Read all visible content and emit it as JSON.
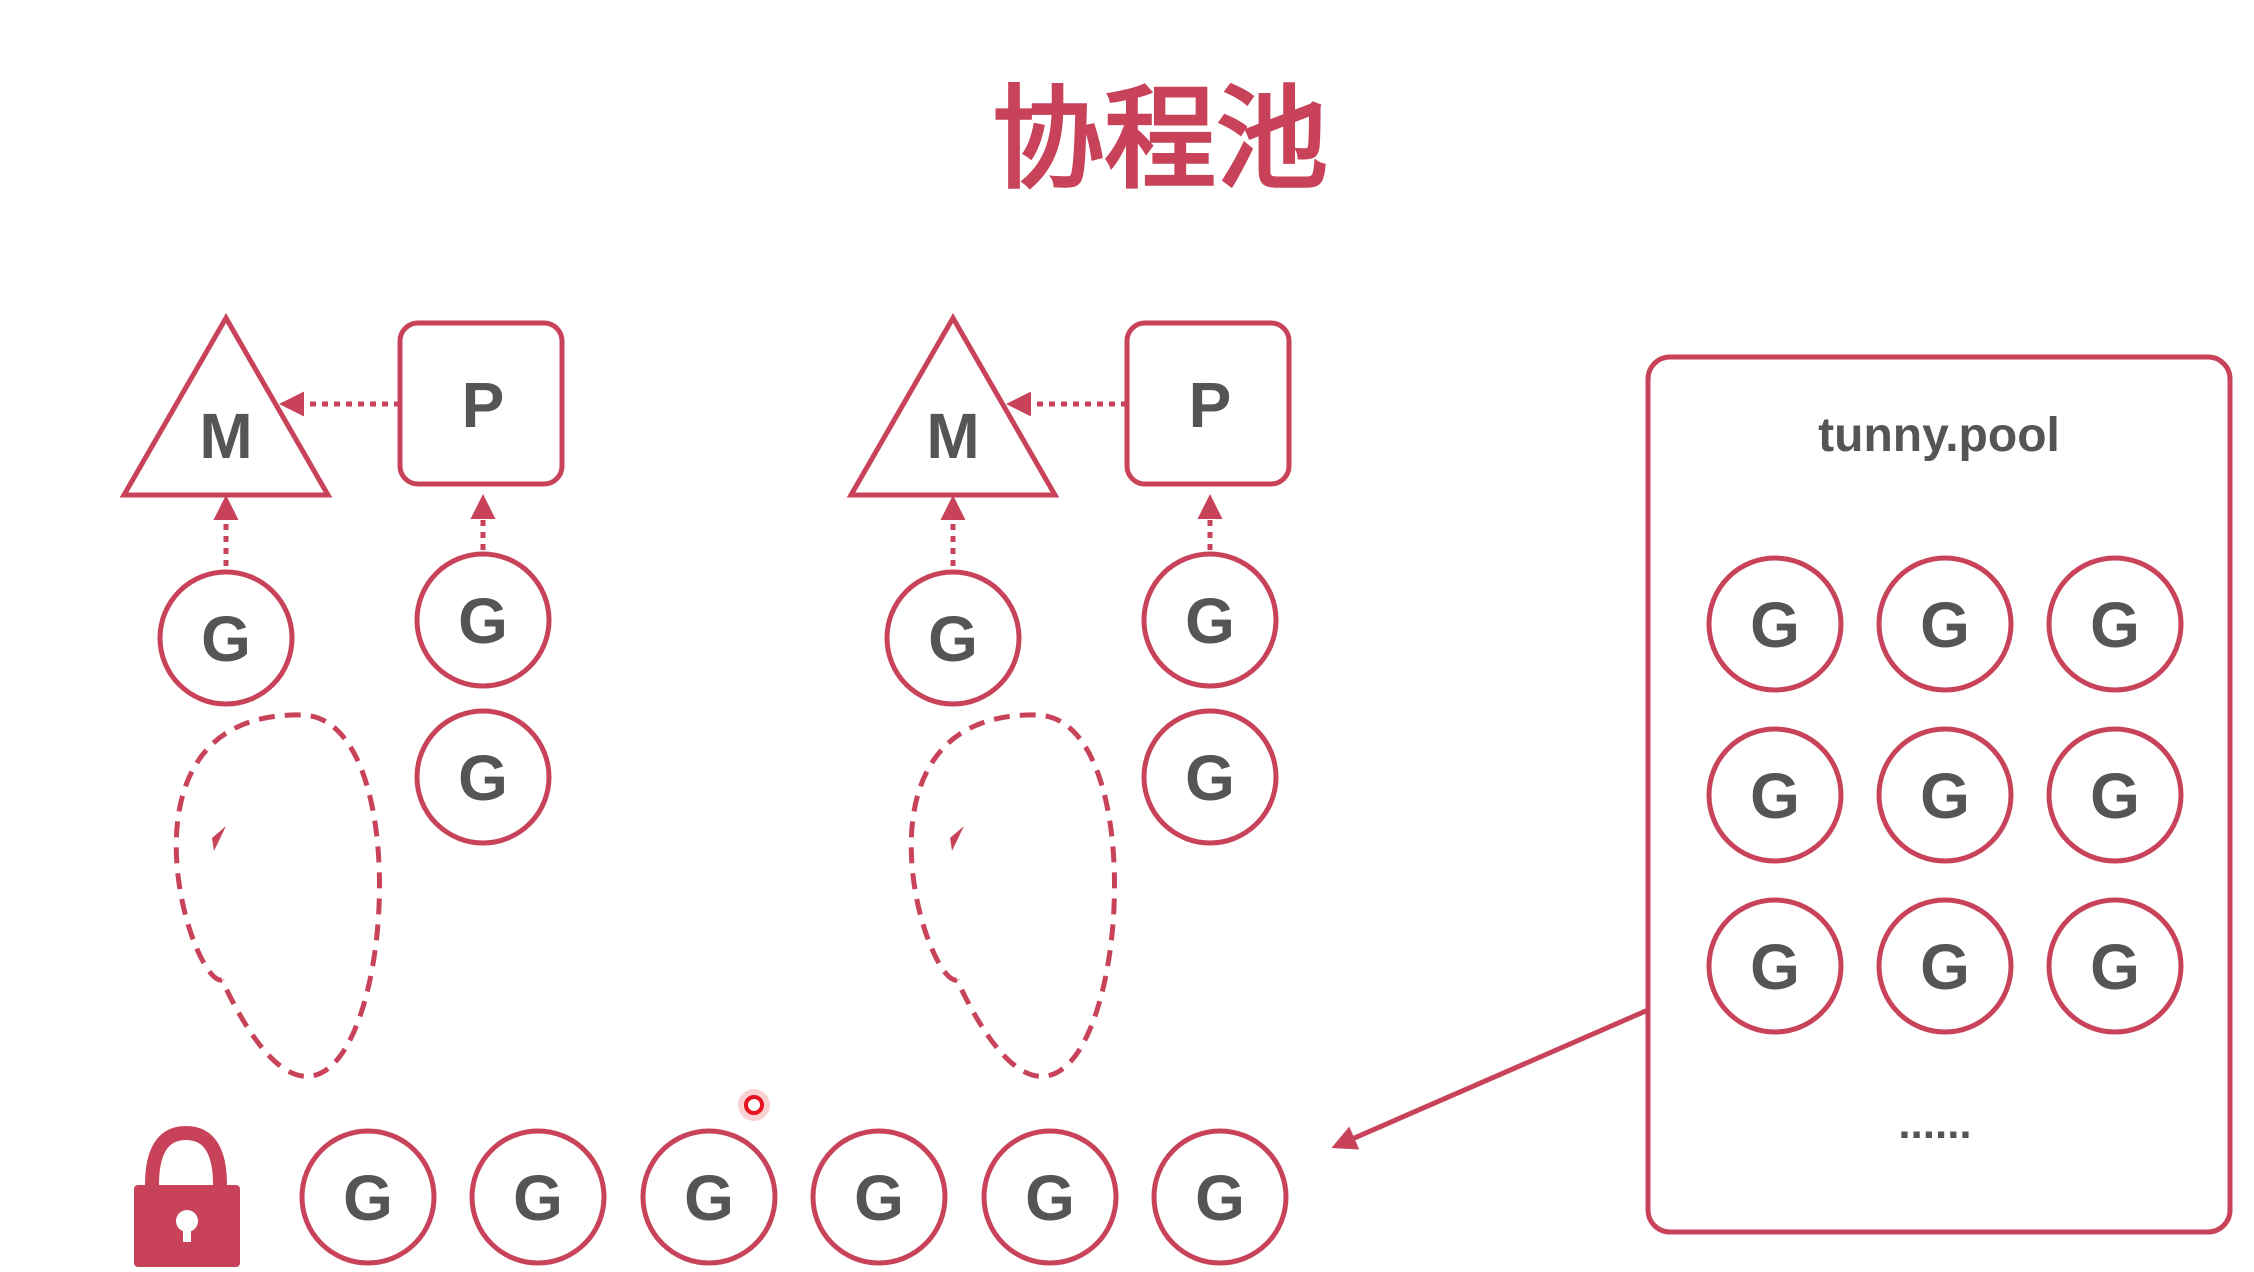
{
  "title": "协程池",
  "labels": {
    "m": "M",
    "p": "P",
    "g": "G"
  },
  "pool": {
    "name": "tunny.pool",
    "more": "......"
  },
  "colors": {
    "accent": "#c8435a",
    "text": "#555555",
    "background": "#ffffff",
    "pointer": "#e8101e"
  },
  "icons": [
    "lock-icon",
    "laser-pointer-dot"
  ]
}
